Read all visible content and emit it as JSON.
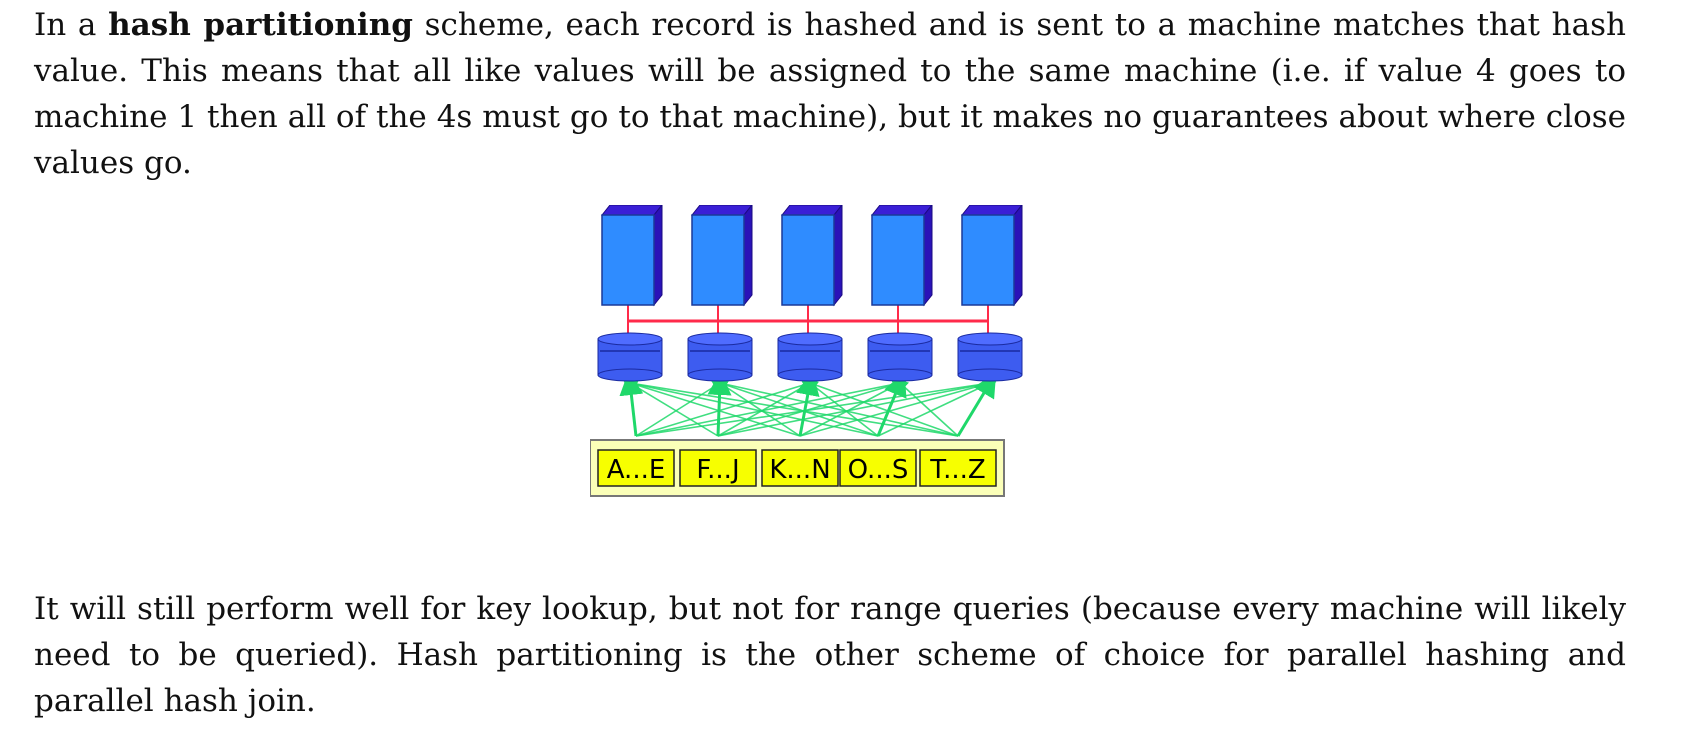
{
  "paragraph1": {
    "pre": "In a ",
    "bold": "hash partitioning",
    "post": " scheme, each record is hashed and is sent to a machine matches that hash value.  This means that all like values will be assigned to the same machine (i.e. if value 4 goes to machine 1 then all of the 4s must go to that machine), but it makes no guarantees about where close values go."
  },
  "figure": {
    "ranges": [
      "A...E",
      "F...J",
      "K...N",
      "O...S",
      "T...Z"
    ],
    "colors": {
      "server_front": "#2f8cff",
      "server_top": "#3a1fd6",
      "server_side": "#2a12b8",
      "disk": "#3d5cf0",
      "bus": "#ff2a4a",
      "arrows": "#1fd86a",
      "range_fill": "#f7ff00",
      "range_box_bg": "#fbffb8"
    }
  },
  "paragraph2": {
    "text": "It will still perform well for key lookup, but not for range queries (because every machine will likely need to be queried).  Hash partitioning is the other scheme of choice for parallel hashing and parallel hash join."
  }
}
